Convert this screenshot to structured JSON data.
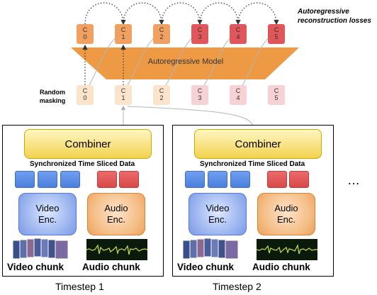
{
  "recon_label": "Autoregressive\nreconstruction losses",
  "model_label": "Autoregressive Model",
  "masking_label": "Random\nmasking",
  "tokens_top": [
    {
      "letter": "C",
      "num": "0",
      "color": "#f0a060"
    },
    {
      "letter": "C",
      "num": "1",
      "color": "#f0a060"
    },
    {
      "letter": "C",
      "num": "2",
      "color": "#f0a060"
    },
    {
      "letter": "C",
      "num": "3",
      "color": "#e0575b"
    },
    {
      "letter": "C",
      "num": "4",
      "color": "#e0575b"
    },
    {
      "letter": "C",
      "num": "5",
      "color": "#e0575b"
    }
  ],
  "tokens_bottom": [
    {
      "letter": "C",
      "num": "0",
      "color": "#fbe3cc"
    },
    {
      "letter": "C",
      "num": "1",
      "color": "#fbe3cc"
    },
    {
      "letter": "C",
      "num": "2",
      "color": "#fbe3cc"
    },
    {
      "letter": "C",
      "num": "3",
      "color": "#f7d2d4"
    },
    {
      "letter": "C",
      "num": "4",
      "color": "#f7d2d4"
    },
    {
      "letter": "C",
      "num": "5",
      "color": "#f7d2d4"
    }
  ],
  "panels": [
    {
      "combiner": "Combiner",
      "sync_title": "Synchronized Time Sliced Data",
      "video_enc": "Video\nEnc.",
      "audio_enc": "Audio\nEnc.",
      "video_chunk": "Video chunk",
      "audio_chunk": "Audio chunk",
      "timestep": "Timestep 1"
    },
    {
      "combiner": "Combiner",
      "sync_title": "Synchronized Time Sliced Data",
      "video_enc": "Video\nEnc.",
      "audio_enc": "Audio\nEnc.",
      "video_chunk": "Video chunk",
      "audio_chunk": "Audio chunk",
      "timestep": "Timestep 2"
    }
  ],
  "ellipsis": "…",
  "colors": {
    "model": "#ee9a45",
    "video_square": "#5a8de6",
    "audio_square": "#dd5555"
  }
}
